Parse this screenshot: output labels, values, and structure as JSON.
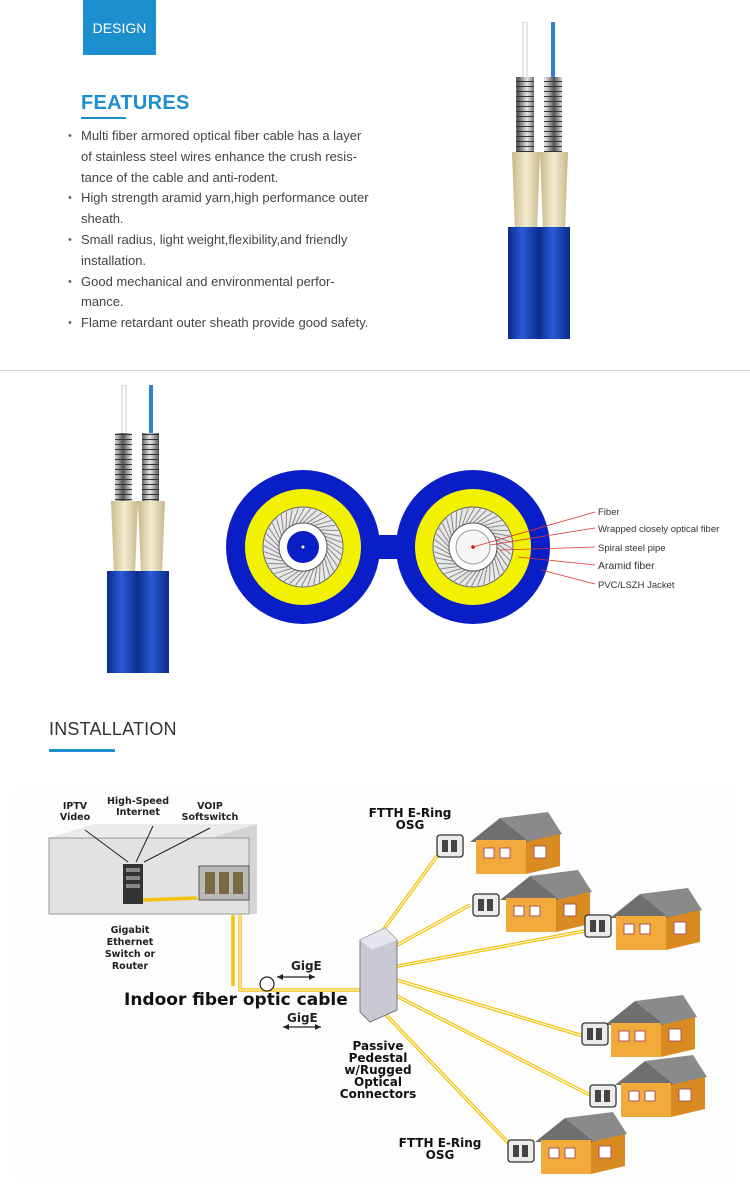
{
  "badge": "DESIGN",
  "features": {
    "title": "FEATURES",
    "items": [
      "Multi fiber armored optical fiber cable has a layer of stainless steel wires enhance the crush resis-tance of the cable and anti-rodent.",
      "High strength aramid yarn,high performance outer sheath.",
      "Small radius, light weight,flexibility,and friendly installation.",
      "Good mechanical and environmental perfor-mance.",
      "Flame retardant outer sheath provide good safety."
    ],
    "lines": [
      [
        "Multi fiber armored optical fiber cable has a layer",
        "of stainless steel wires enhance the crush resis-",
        "tance of the cable and anti-rodent."
      ],
      [
        "High strength aramid yarn,high performance outer",
        "sheath."
      ],
      [
        "Small radius, light weight,flexibility,and friendly",
        "installation."
      ],
      [
        "Good mechanical and environmental perfor-",
        "mance."
      ],
      [
        "Flame retardant outer sheath provide good safety."
      ]
    ]
  },
  "cross_section": {
    "labels": [
      "Fiber",
      "Wrapped closely optical fiber",
      "Spiral steel pipe",
      "Aramid fiber",
      "PVC/LSZH Jacket"
    ],
    "colors": {
      "jacket": "#0a1ec8",
      "aramid": "#f2f200",
      "fiber_core": "#0a1ec8",
      "cable": "#1a3fb0"
    }
  },
  "installation": {
    "title": "INSTALLATION",
    "labels": {
      "iptv": "IPTV Video",
      "internet": "High-Speed Internet",
      "voip": "VOIP Softswitch",
      "switch": "Gigabit Ethernet Switch or Router",
      "gige_top": "GigE",
      "gige_bottom": "GigE",
      "cable": "Indoor fiber optic cable",
      "ftth_top": "FTTH E-Ring OSG",
      "ftth_bottom": "FTTH E-Ring OSG",
      "pedestal": "Passive Pedestal w/Rugged Optical Connectors"
    },
    "label_lines": {
      "iptv": [
        "IPTV",
        "Video"
      ],
      "internet": [
        "High-Speed",
        "Internet"
      ],
      "voip": [
        "VOIP",
        "Softswitch"
      ],
      "switch": [
        "Gigabit",
        "Ethernet",
        "Switch or",
        "Router"
      ],
      "ftth_top": [
        "FTTH E-Ring",
        "OSG"
      ],
      "ftth_bottom": [
        "FTTH E-Ring",
        "OSG"
      ],
      "pedestal": [
        "Passive",
        "Pedestal",
        "w/Rugged",
        "Optical",
        "Connectors"
      ]
    }
  }
}
